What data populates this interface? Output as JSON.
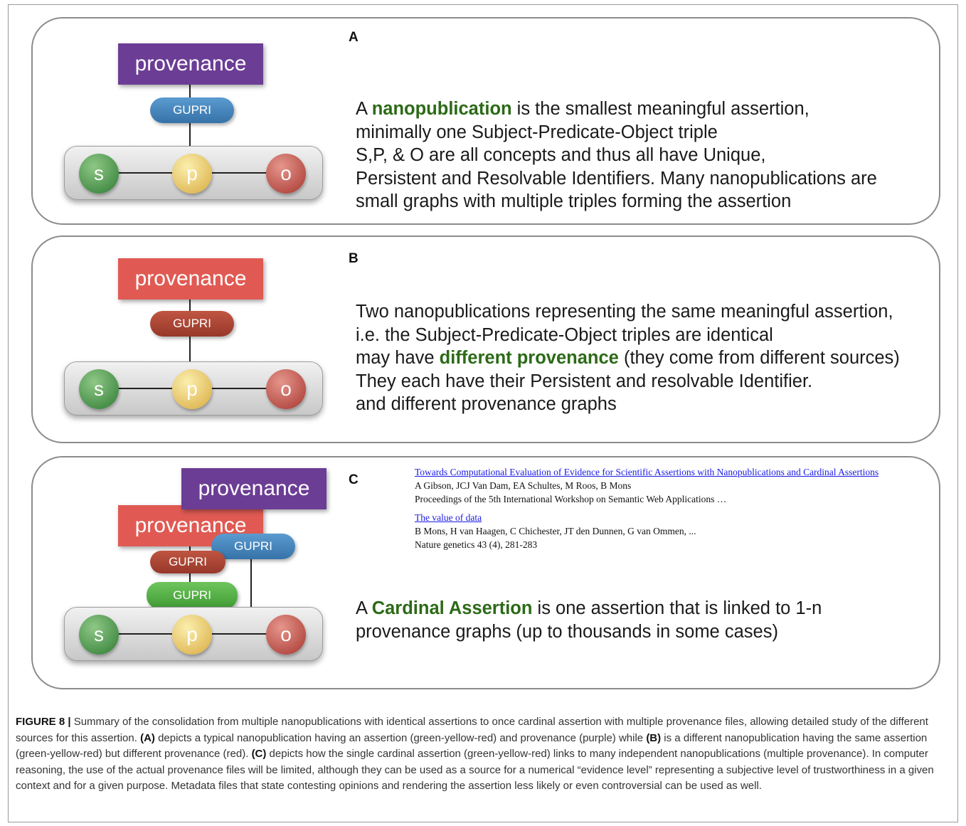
{
  "panel_a": {
    "letter": "A",
    "provenance": "provenance",
    "gupri": "GUPRI",
    "nodes": [
      "s",
      "p",
      "o"
    ],
    "text": {
      "l1_pre": "A ",
      "l1_bold": "nanopublication",
      "l1_post": " is the smallest meaningful assertion,",
      "l2": "minimally one Subject-Predicate-Object triple",
      "l3": "S,P, & O are all concepts and thus all have Unique,",
      "l4": "Persistent and Resolvable Identifiers. Many nanopublications are",
      "l5": "small graphs with multiple triples forming the assertion"
    },
    "colors": {
      "provenance": "#6b3d94",
      "gupri": "#3572a8"
    }
  },
  "panel_b": {
    "letter": "B",
    "provenance": "provenance",
    "gupri": "GUPRI",
    "nodes": [
      "s",
      "p",
      "o"
    ],
    "text": {
      "l1": "Two nanopublications representing the same meaningful assertion,",
      "l2": "i.e. the Subject-Predicate-Object triples are identical",
      "l3_pre": "may have ",
      "l3_bold": "different provenance",
      "l3_post": " (they come from different sources)",
      "l4": "They each have their Persistent and resolvable Identifier.",
      "l5": "and different provenance graphs"
    },
    "colors": {
      "provenance": "#e05a53",
      "gupri": "#97382a"
    }
  },
  "panel_c": {
    "letter": "C",
    "provenance_purple": "provenance",
    "provenance_red": "provenance",
    "gupri_blue": "GUPRI",
    "gupri_red": "GUPRI",
    "gupri_green": "GUPRI",
    "nodes": [
      "s",
      "p",
      "o"
    ],
    "references": [
      {
        "title": "Towards Computational Evaluation of Evidence for Scientific Assertions with Nanopublications and Cardinal Assertions",
        "authors": "A Gibson, JCJ Van Dam, EA Schultes, M Roos, B Mons",
        "venue": "Proceedings of the 5th International Workshop on Semantic Web Applications …"
      },
      {
        "title": "The value of data",
        "authors": "B Mons, H van Haagen, C Chichester, JT den Dunnen, G van Ommen, ...",
        "venue": "Nature genetics 43 (4), 281-283"
      }
    ],
    "text": {
      "l1_pre": "A ",
      "l1_bold": "Cardinal Assertion",
      "l1_post": " is one assertion that is linked to 1-n",
      "l2": "provenance graphs (up to thousands in some cases)"
    },
    "colors": {
      "gupri_green": "#3f9a33"
    }
  },
  "caption": {
    "label": "FIGURE 8 |",
    "p1": " Summary of the consolidation from multiple nanopublications with identical assertions to once cardinal assertion with multiple provenance files, allowing detailed study of the different sources for this assertion. ",
    "a": "(A)",
    "p2": " depicts a typical nanopublication having an assertion (green-yellow-red) and provenance (purple) while ",
    "b": "(B)",
    "p3": " is a different nanopublication having the same assertion (green-yellow-red) but different provenance (red). ",
    "c": "(C)",
    "p4": " depicts how the single cardinal assertion (green-yellow-red) links to many independent nanopublications (multiple provenance). In computer reasoning, the use of the actual provenance files will be limited, although they can be used as a source for a numerical “evidence level” representing a subjective level of trustworthiness in a given context and for a given purpose. Metadata files that state contesting opinions and rendering the assertion less likely or even controversial can be used as well."
  }
}
